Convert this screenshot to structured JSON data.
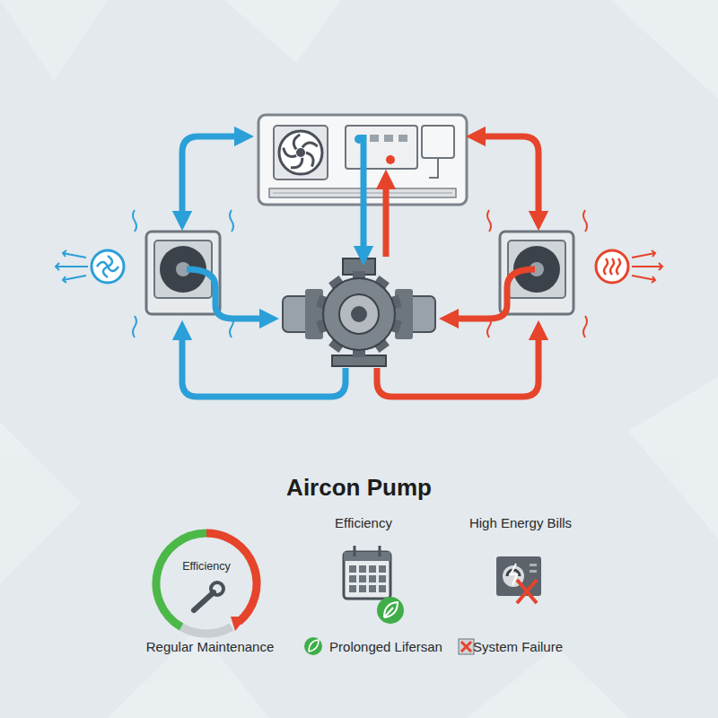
{
  "diagram": {
    "title": "Aircon Pump",
    "nodes": [
      {
        "text": [
          "Efficiency"
        ]
      }
    ],
    "labels": [
      "Efficiency",
      "High Energy Bills",
      "Regular Maintenance",
      "Prolonged Lifersan",
      "System Failure"
    ]
  }
}
